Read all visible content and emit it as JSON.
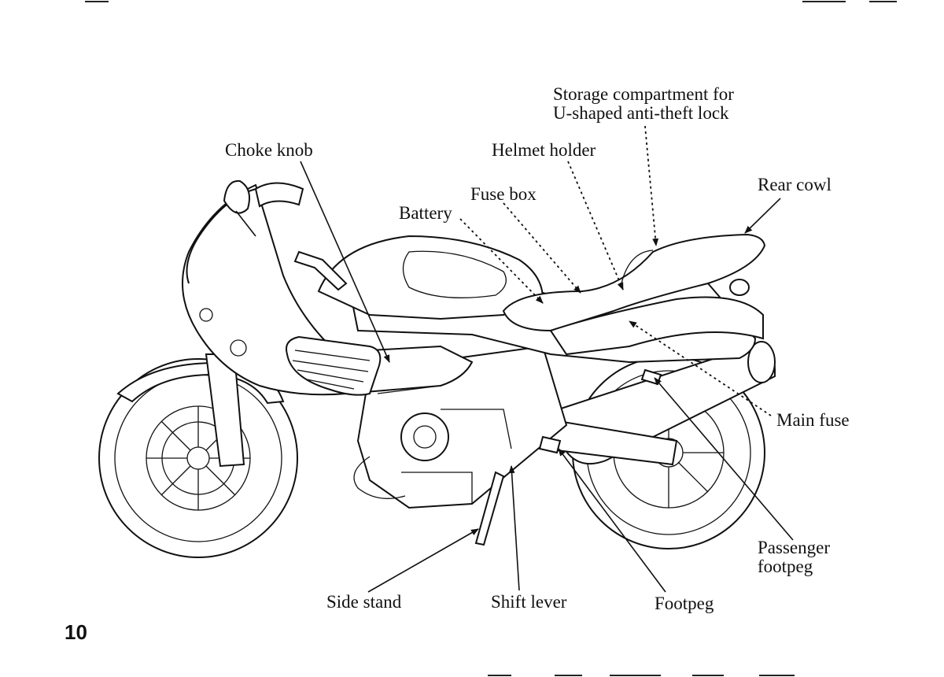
{
  "page_number": "10",
  "labels": {
    "storage_compartment": [
      "Storage compartment for",
      "U-shaped anti-theft lock"
    ],
    "choke_knob": "Choke knob",
    "helmet_holder": "Helmet holder",
    "rear_cowl": "Rear cowl",
    "fuse_box": "Fuse box",
    "battery": "Battery",
    "main_fuse": "Main fuse",
    "passenger_footpeg": [
      "Passenger",
      "footpeg"
    ],
    "side_stand": "Side stand",
    "shift_lever": "Shift lever",
    "footpeg": "Footpeg"
  }
}
